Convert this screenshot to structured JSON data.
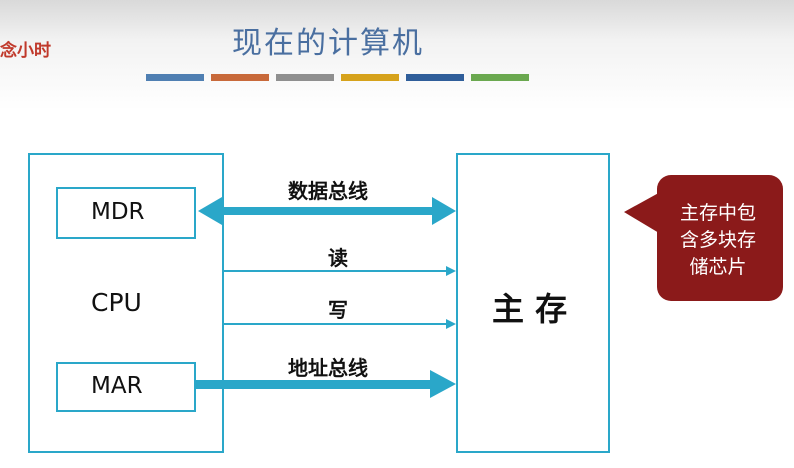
{
  "header": {
    "corner_text": "念小时",
    "title": "现在的计算机"
  },
  "colors": {
    "accent": "#2aa7c9",
    "title": "#4a6fa0",
    "callout_bg": "#8b1a1a",
    "decor_bars": [
      "#4f7fb2",
      "#c8693a",
      "#8f8f8f",
      "#d6a21b",
      "#2f5e9a",
      "#6aa84f"
    ]
  },
  "diagram": {
    "cpu_label": "CPU",
    "mdr_label": "MDR",
    "mar_label": "MAR",
    "main_memory_label": "主 存",
    "data_bus_label": "数据总线",
    "read_label": "读",
    "write_label": "写",
    "address_bus_label": "地址总线"
  },
  "callout": {
    "line1": "主存中包",
    "line2": "含多块存",
    "line3": "储芯片"
  }
}
